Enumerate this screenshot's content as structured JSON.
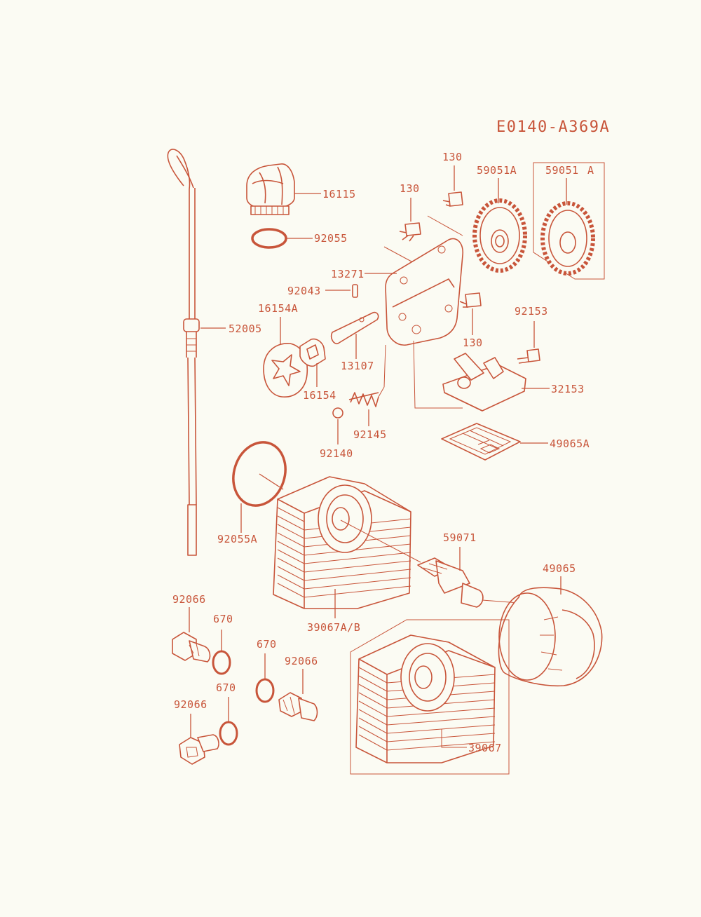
{
  "diagram_code": "E0140-A369A",
  "callouts": {
    "p16115": "16115",
    "p92055": "92055",
    "p130a": "130",
    "p130b": "130",
    "p130c": "130",
    "p59051A": "59051A",
    "p59051": "59051",
    "p59051_suffix": "A",
    "p13271": "13271",
    "p92043": "92043",
    "p16154A": "16154A",
    "p52005": "52005",
    "p13107": "13107",
    "p92153": "92153",
    "p16154": "16154",
    "p32153": "32153",
    "p92145": "92145",
    "p92140": "92140",
    "p49065A": "49065A",
    "p92055A": "92055A",
    "p59071": "59071",
    "p49065": "49065",
    "p92066a": "92066",
    "p670a": "670",
    "p39067AB": "39067A/B",
    "p670b": "670",
    "p92066b": "92066",
    "p670c": "670",
    "p92066c": "92066",
    "p39067": "39067"
  },
  "colors": {
    "line": "#c8553a",
    "background": "#fbfbf3"
  }
}
